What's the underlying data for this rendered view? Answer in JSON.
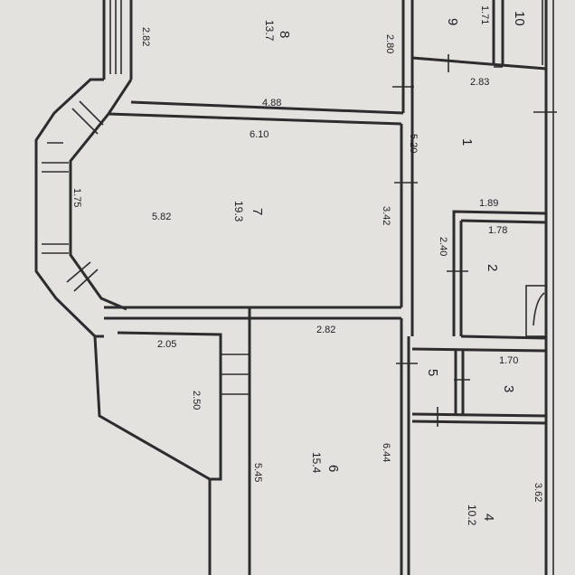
{
  "rooms": [
    {
      "id": "r1",
      "number": "1",
      "area": ""
    },
    {
      "id": "r2",
      "number": "2",
      "area": ""
    },
    {
      "id": "r3",
      "number": "3",
      "area": ""
    },
    {
      "id": "r4",
      "number": "4",
      "area": "10.2"
    },
    {
      "id": "r5",
      "number": "5",
      "area": ""
    },
    {
      "id": "r6",
      "number": "6",
      "area": "15.4"
    },
    {
      "id": "r7",
      "number": "7",
      "area": "19.3"
    },
    {
      "id": "r8",
      "number": "8",
      "area": "13.7"
    },
    {
      "id": "r9",
      "number": "9",
      "area": ""
    },
    {
      "id": "r10",
      "number": "10",
      "area": ""
    }
  ],
  "dimensions": {
    "d_2_82_top": "2.82",
    "d_2_80": "2.80",
    "d_1_71": "1.71",
    "d_4_88": "4.88",
    "d_6_10": "6.10",
    "d_2_83": "2.83",
    "d_5_20": "5.20",
    "d_1_75": "1.75",
    "d_5_82": "5.82",
    "d_3_42": "3.42",
    "d_1_89": "1.89",
    "d_1_78": "1.78",
    "d_2_40": "2.40",
    "d_2_82_mid": "2.82",
    "d_2_05": "2.05",
    "d_2_50": "2.50",
    "d_1_70": "1.70",
    "d_6_44": "6.44",
    "d_5_45": "5.45",
    "d_3_62": "3.62"
  }
}
